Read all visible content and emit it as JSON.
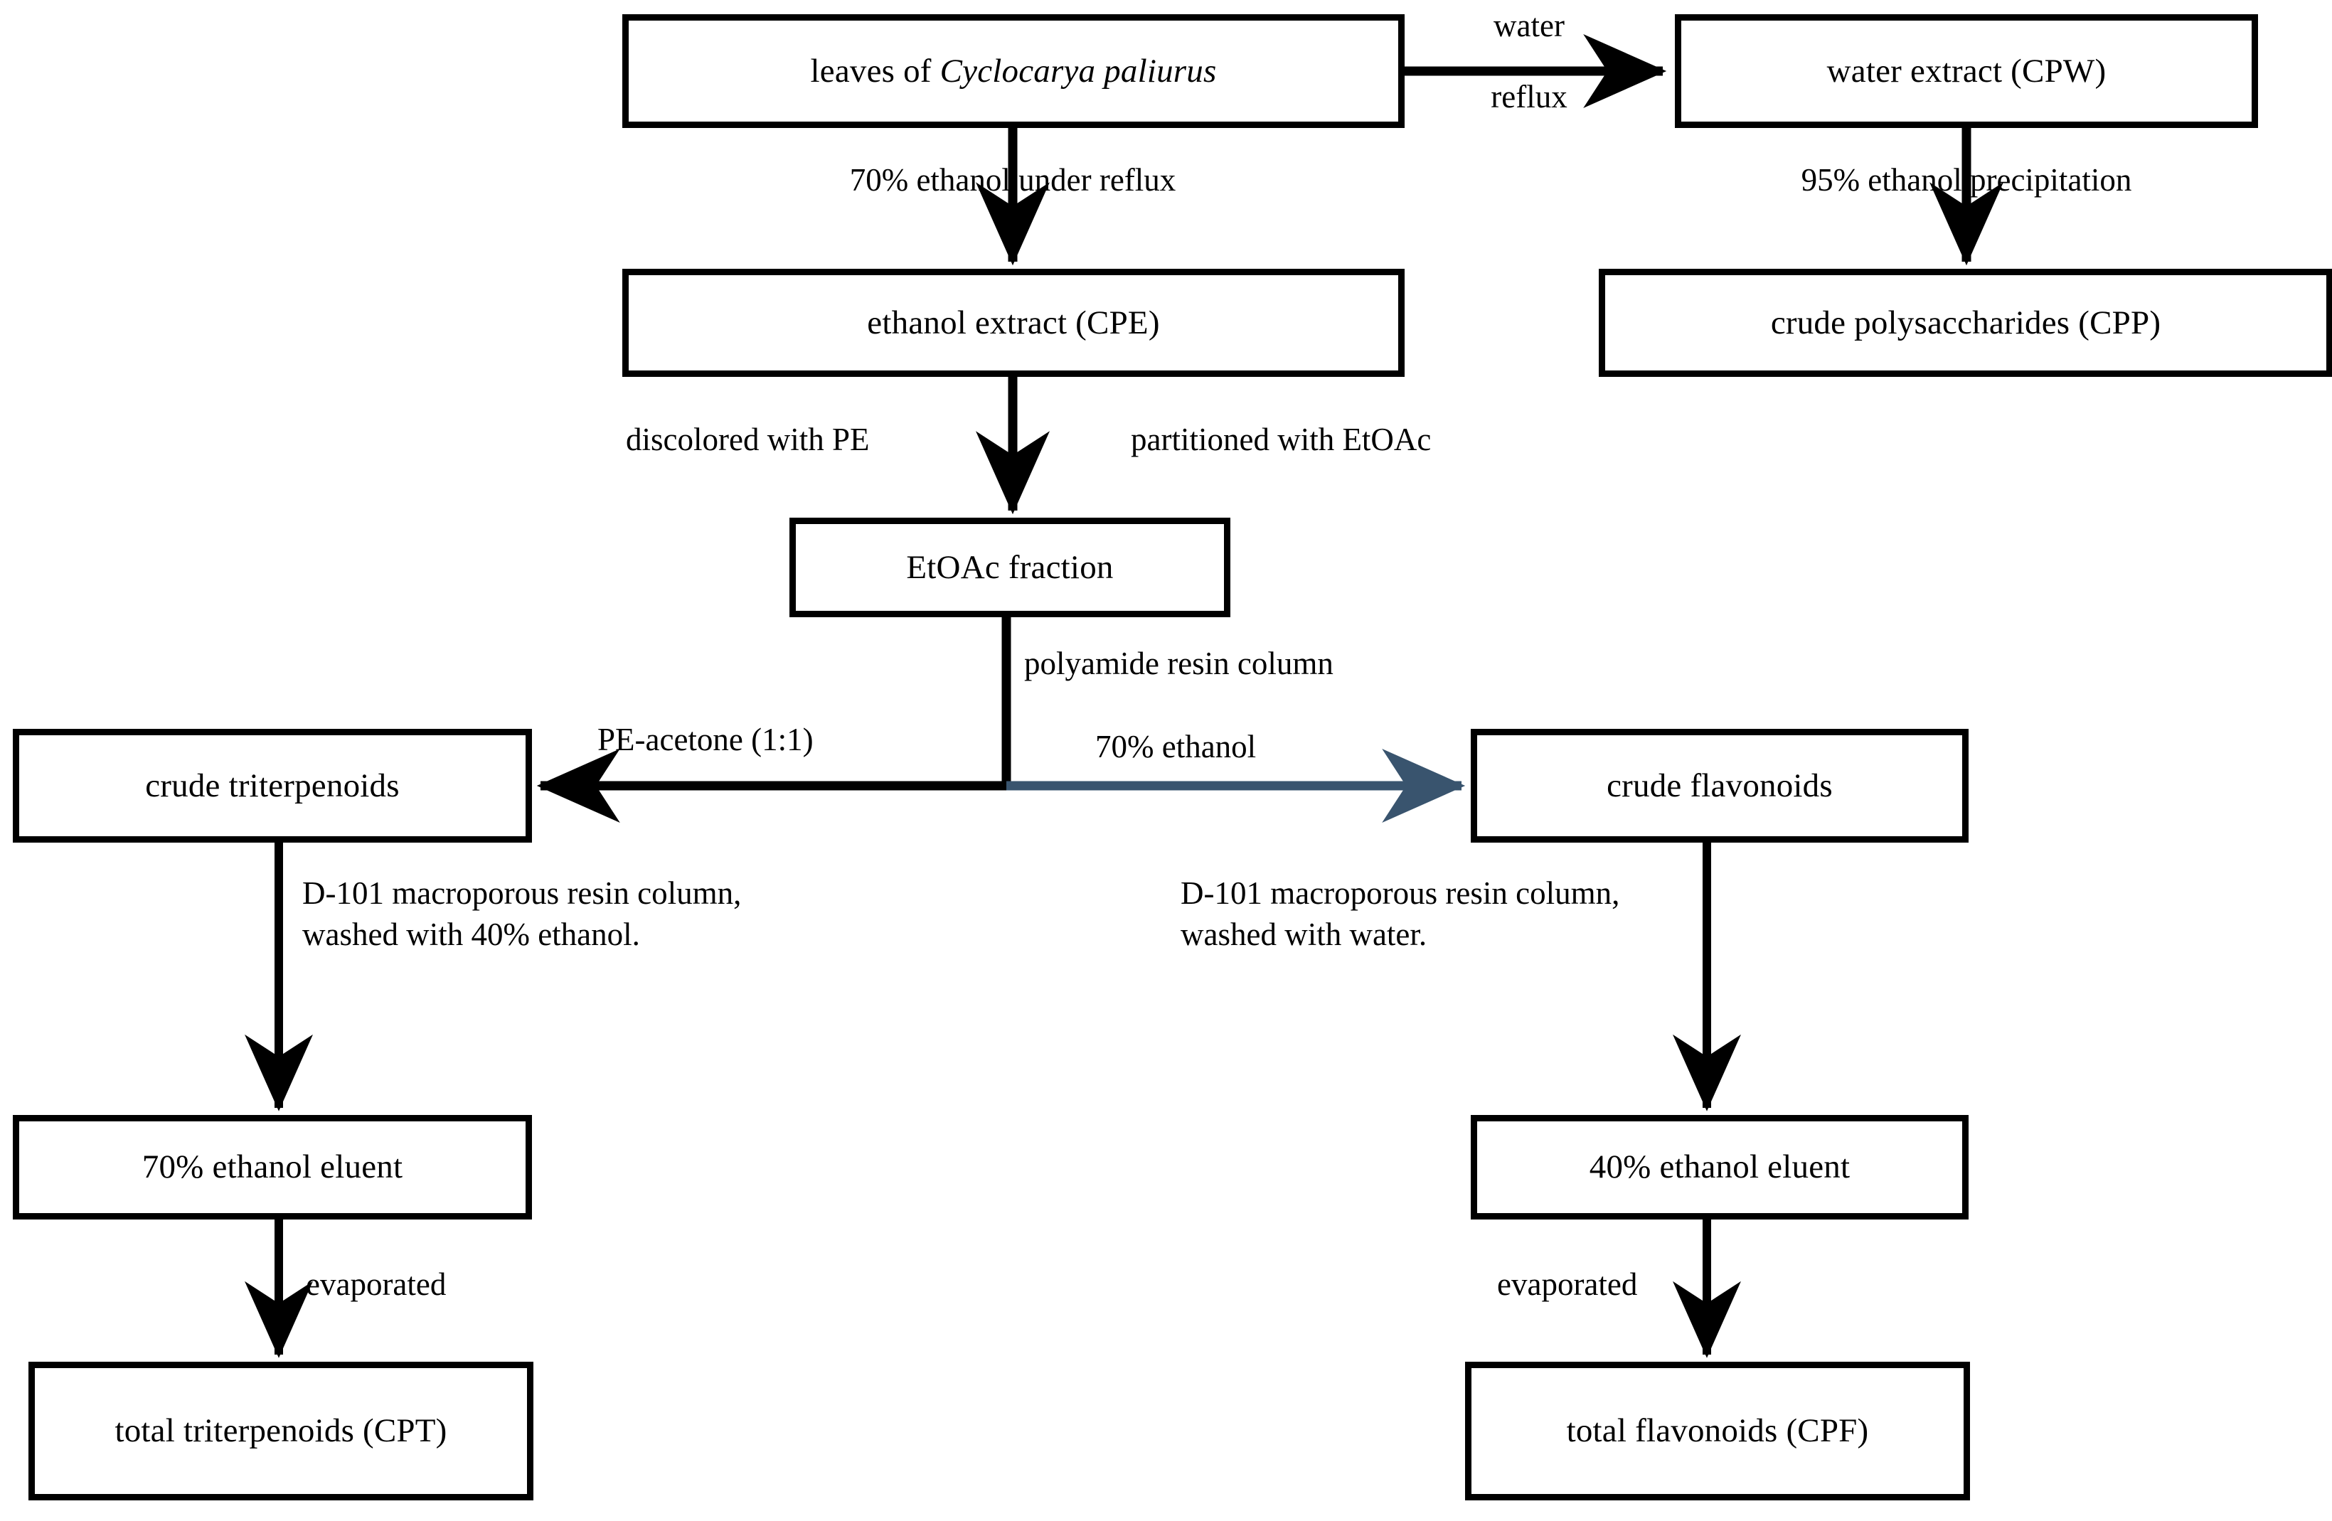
{
  "diagram": {
    "title": "Extraction and isolation scheme for Cyclocarya paliurus leaves",
    "colors": {
      "box_border": "#000000",
      "box_fill": "#ffffff",
      "arrow_black": "#000000",
      "arrow_blue": "#39546e",
      "text": "#000000",
      "background": "#ffffff"
    },
    "nodes": [
      {
        "id": "leaves",
        "label_prefix": "leaves of ",
        "label_italic": "Cyclocarya paliurus",
        "label": "leaves of Cyclocarya paliurus"
      },
      {
        "id": "water_extract",
        "label": "water extract (CPW)"
      },
      {
        "id": "crude_polysacch",
        "label": "crude polysaccharides (CPP)"
      },
      {
        "id": "ethanol_extract",
        "label": "ethanol extract (CPE)"
      },
      {
        "id": "etoac_fraction",
        "label": "EtOAc fraction"
      },
      {
        "id": "crude_triterpenoids",
        "label": "crude triterpenoids"
      },
      {
        "id": "crude_flavonoids",
        "label": "crude flavonoids"
      },
      {
        "id": "eluent_70",
        "label": "70% ethanol eluent"
      },
      {
        "id": "eluent_40",
        "label": "40% ethanol eluent"
      },
      {
        "id": "total_triterpenoids",
        "label": "total triterpenoids (CPT)"
      },
      {
        "id": "total_flavonoids",
        "label": "total flavonoids (CPF)"
      }
    ],
    "edges": [
      {
        "id": "leaves_to_water",
        "from": "leaves",
        "to": "water_extract",
        "label_line1": "water",
        "label_line2": "reflux",
        "color": "arrow_black",
        "direction": "right"
      },
      {
        "id": "water_to_polysacch",
        "from": "water_extract",
        "to": "crude_polysacch",
        "label": "95% ethanol precipitation",
        "color": "arrow_black",
        "direction": "down"
      },
      {
        "id": "leaves_to_ethanol",
        "from": "leaves",
        "to": "ethanol_extract",
        "label": "70% ethanol under reflux",
        "color": "arrow_black",
        "direction": "down"
      },
      {
        "id": "ethanol_to_etoac",
        "from": "ethanol_extract",
        "to": "etoac_fraction",
        "label_left": "discolored with PE",
        "label_right": "partitioned with EtOAc",
        "color": "arrow_black",
        "direction": "down"
      },
      {
        "id": "etoac_split",
        "from": "etoac_fraction",
        "to": "split-junction",
        "label": "polyamide resin column",
        "color": "arrow_black",
        "direction": "down"
      },
      {
        "id": "split_to_triterpenoids",
        "from": "split-junction",
        "to": "crude_triterpenoids",
        "label": "PE-acetone (1:1)",
        "color": "arrow_black",
        "direction": "left"
      },
      {
        "id": "split_to_flavonoids",
        "from": "split-junction",
        "to": "crude_flavonoids",
        "label": "70% ethanol",
        "color": "arrow_blue",
        "direction": "right"
      },
      {
        "id": "triterpenoids_to_eluent",
        "from": "crude_triterpenoids",
        "to": "eluent_70",
        "label": "D-101 macroporous resin column,\nwashed with 40% ethanol.",
        "color": "arrow_black",
        "direction": "down"
      },
      {
        "id": "flavonoids_to_eluent",
        "from": "crude_flavonoids",
        "to": "eluent_40",
        "label": "D-101 macroporous resin column,\nwashed with water.",
        "color": "arrow_black",
        "direction": "down"
      },
      {
        "id": "eluent70_to_total",
        "from": "eluent_70",
        "to": "total_triterpenoids",
        "label": "evaporated",
        "color": "arrow_black",
        "direction": "down"
      },
      {
        "id": "eluent40_to_total",
        "from": "eluent_40",
        "to": "total_flavonoids",
        "label": "evaporated",
        "color": "arrow_black",
        "direction": "down"
      }
    ]
  }
}
